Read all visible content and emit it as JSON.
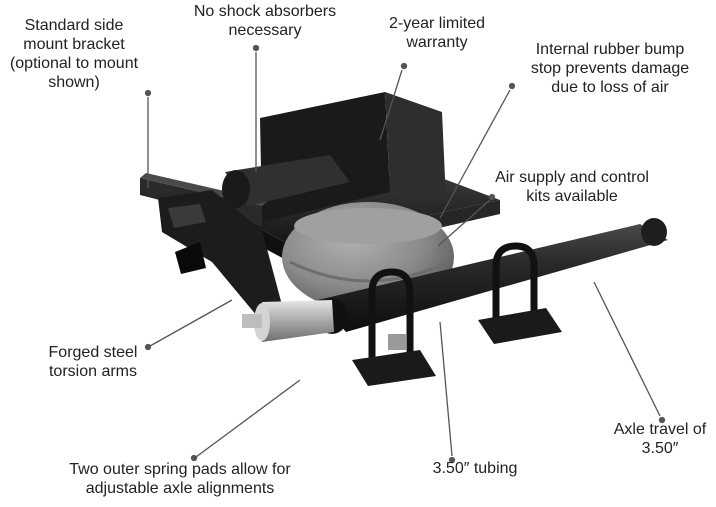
{
  "callouts": {
    "side_mount_bracket": "Standard side\nmount bracket\n(optional to mount\nshown)",
    "no_shock_absorbers": "No shock absorbers\nnecessary",
    "warranty": "2-year limited\nwarranty",
    "bump_stop": "Internal rubber bump\nstop prevents damage\ndue to loss of air",
    "air_supply": "Air supply and control\nkits available",
    "torsion_arms": "Forged steel\ntorsion arms",
    "spring_pads": "Two outer spring pads allow for\nadjustable axle alignments",
    "tubing": "3.50″ tubing",
    "axle_travel": "Axle travel of\n3.50″"
  },
  "colors": {
    "text": "#222222",
    "leader": "#555555",
    "metal_dark": "#1c1c1c",
    "metal_mid": "#3a3a3a",
    "rubber": "#8a8a8a",
    "steel_light": "#c8c8c8"
  }
}
